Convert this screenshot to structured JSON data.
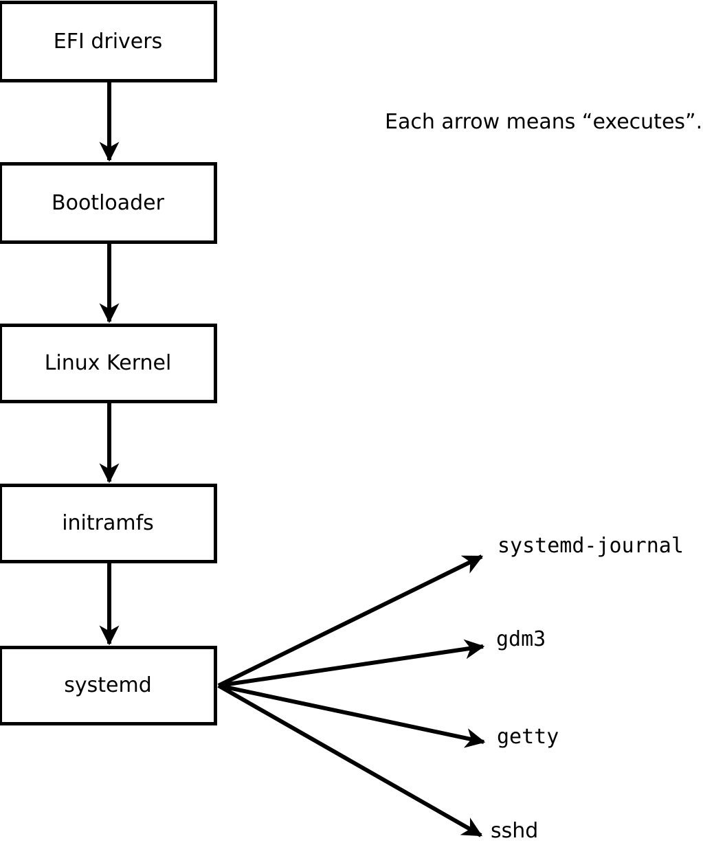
{
  "note": "Each arrow means “executes”.",
  "diagram": {
    "type": "flowchart",
    "boot_chain": [
      {
        "label": "EFI drivers"
      },
      {
        "label": "Bootloader"
      },
      {
        "label": "Linux Kernel"
      },
      {
        "label": "initramfs"
      },
      {
        "label": "systemd"
      }
    ],
    "systemd_children": [
      {
        "label": "systemd-journal"
      },
      {
        "label": "gdm3"
      },
      {
        "label": "getty"
      },
      {
        "label": "sshd"
      }
    ]
  },
  "colors": {
    "foreground": "#000000",
    "background": "#ffffff"
  }
}
